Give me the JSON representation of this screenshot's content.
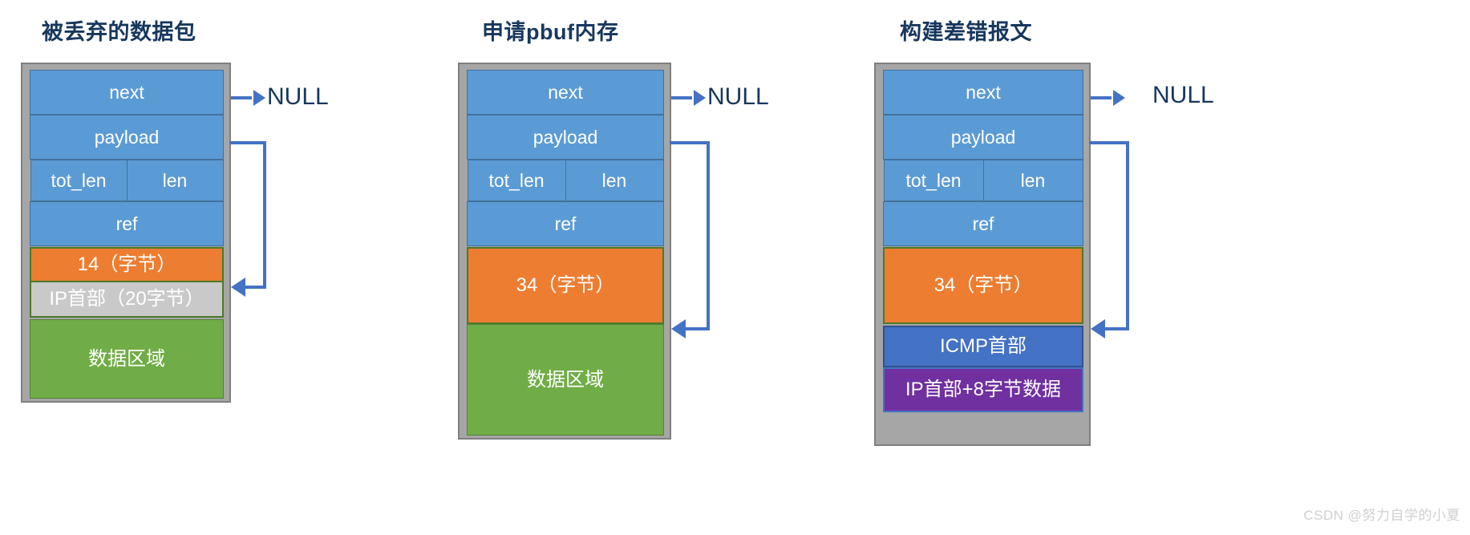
{
  "diagram": {
    "watermark": "CSDN @努力自学的小夏",
    "null_label": "NULL",
    "colors": {
      "title": "#17375E",
      "frame_fill": "#A6A6A6",
      "frame_border": "#7F7F7F",
      "field_blue": "#5B9BD5",
      "field_blue_border": "#41719C",
      "orange": "#ED7D31",
      "grey": "#C9C9C9",
      "green": "#70AD47",
      "dark_blue": "#4472C4",
      "purple": "#7030A0",
      "arrow": "#4472C4"
    },
    "columns": [
      {
        "id": "discarded-packet",
        "title": "被丢弃的数据包",
        "fields": [
          {
            "name": "next",
            "label": "next"
          },
          {
            "name": "payload",
            "label": "payload"
          },
          {
            "name": "lengths",
            "left": "tot_len",
            "right": "len"
          },
          {
            "name": "ref",
            "label": "ref"
          }
        ],
        "segments": [
          {
            "name": "eth-header",
            "label": "14（字节）",
            "color": "orange"
          },
          {
            "name": "ip-header",
            "label": "IP首部（20字节）",
            "color": "grey"
          },
          {
            "name": "data-region",
            "label": "数据区域",
            "color": "green"
          }
        ],
        "null_out": "NULL"
      },
      {
        "id": "alloc-pbuf",
        "title": "申请pbuf内存",
        "fields": [
          {
            "name": "next",
            "label": "next"
          },
          {
            "name": "payload",
            "label": "payload"
          },
          {
            "name": "lengths",
            "left": "tot_len",
            "right": "len"
          },
          {
            "name": "ref",
            "label": "ref"
          }
        ],
        "segments": [
          {
            "name": "reserved-header",
            "label": "34（字节）",
            "color": "orange"
          },
          {
            "name": "data-region",
            "label": "数据区域",
            "color": "green"
          }
        ],
        "null_out": "NULL"
      },
      {
        "id": "build-error-message",
        "title": "构建差错报文",
        "fields": [
          {
            "name": "next",
            "label": "next"
          },
          {
            "name": "payload",
            "label": "payload"
          },
          {
            "name": "lengths",
            "left": "tot_len",
            "right": "len"
          },
          {
            "name": "ref",
            "label": "ref"
          }
        ],
        "segments": [
          {
            "name": "reserved-header",
            "label": "34（字节）",
            "color": "orange"
          },
          {
            "name": "icmp-header",
            "label": "ICMP首部",
            "color": "darkblue"
          },
          {
            "name": "ip-header-plus-8",
            "label": "IP首部+8字节数据",
            "color": "purple"
          }
        ],
        "null_out": "NULL"
      }
    ]
  }
}
